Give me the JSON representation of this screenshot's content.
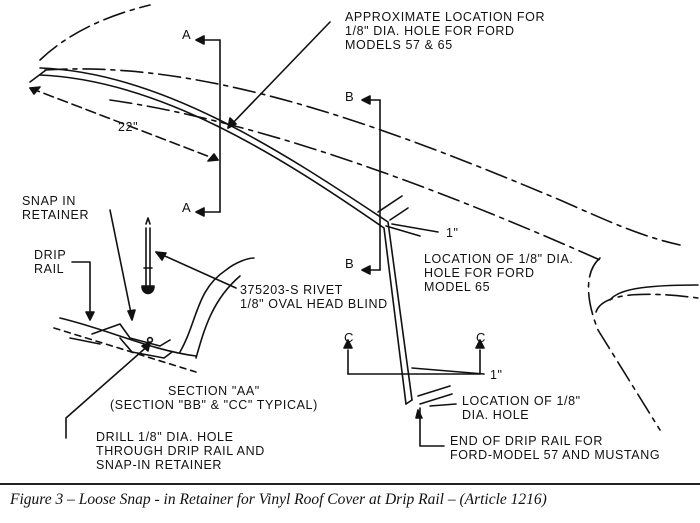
{
  "labels": {
    "approx_location": "APPROXIMATE LOCATION FOR\n1/8\" DIA. HOLE FOR FORD\nMODELS 57 & 65",
    "dim_22": "22\"",
    "snap_in_retainer": "SNAP IN\nRETAINER",
    "drip_rail": "DRIP\nRAIL",
    "rivet": "375203-S RIVET\n1/8\" OVAL HEAD BLIND",
    "dim_1_b": "1\"",
    "location_model65": "LOCATION OF 1/8\" DIA.\nHOLE FOR FORD\nMODEL 65",
    "dim_1_c": "1\"",
    "section_aa": "SECTION \"AA\"\n(SECTION \"BB\" & \"CC\" TYPICAL)",
    "location_dia_hole": "LOCATION OF 1/8\"\nDIA. HOLE",
    "drill": "DRILL 1/8\" DIA. HOLE\nTHROUGH DRIP RAIL AND\nSNAP-IN RETAINER",
    "end_drip_rail": "END OF DRIP RAIL FOR\nFORD-MODEL 57 AND MUSTANG"
  },
  "section_markers": {
    "a_top": "A",
    "a_bottom": "A",
    "b_top": "B",
    "b_bottom": "B",
    "c_left": "C",
    "c_right": "C"
  },
  "caption": "Figure 3 – Loose Snap - in Retainer for Vinyl Roof Cover at Drip Rail – (Article 1216)"
}
